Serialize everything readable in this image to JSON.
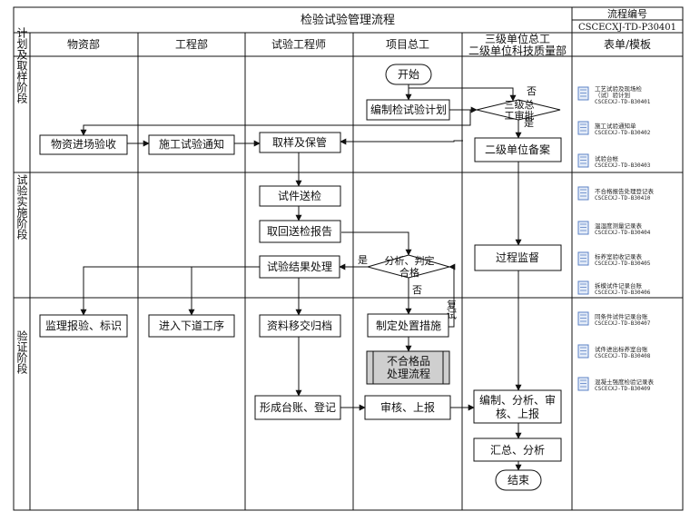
{
  "title": "检验试验管理流程",
  "code_header": {
    "label": "流程编号",
    "value": "CSCECXJ-TD-P30401"
  },
  "columns": {
    "materials": "物资部",
    "engineering": "工程部",
    "test_engineer": "试验工程师",
    "chief_engineer": "项目总工",
    "tertiary_line1": "三级单位总工",
    "tertiary_line2": "二级单位科技质量部",
    "forms": "表单/模板"
  },
  "phases": {
    "plan": "计划及取样阶段",
    "test": "试验实施阶段",
    "verify": "验证阶段"
  },
  "nodes": {
    "start": "开始",
    "plan_compile": "编制检试验计划",
    "approve_line1": "三级总",
    "approve_line2": "工审批",
    "material_accept": "物资进场验收",
    "test_notice": "施工试验通知",
    "sampling": "取样及保管",
    "filing_secondary": "二级单位备案",
    "send_sample": "试件送检",
    "fetch_report": "取回送检报告",
    "analyze_line1": "分析、判定",
    "analyze_line2": "合格",
    "result_handle": "试验结果处理",
    "supervision": "过程监督",
    "supervisor_mark": "监理报验、标识",
    "next_process": "进入下道工序",
    "archive": "资料移交归档",
    "measures": "制定处置措施",
    "nonconform_line1": "不合格品",
    "nonconform_line2": "处理流程",
    "ledger": "形成台账、登记",
    "review": "审核、上报",
    "compile_line1": "编制、分析、审",
    "compile_line2": "核、上报",
    "summary": "汇总、分析",
    "end": "结束"
  },
  "edge_labels": {
    "no1": "否",
    "yes1": "是",
    "yes2": "是",
    "no2": "否",
    "retest": "复试"
  },
  "forms": [
    {
      "title": "工艺试验及现场检",
      "title2": "（试）验计划",
      "code": "CSCECXJ-TD-B30401"
    },
    {
      "title": "施工试验通知单",
      "code": "CSCECXJ-TD-B30402"
    },
    {
      "title": "试验台帐",
      "code": "CSCECXJ-TD-B30403"
    },
    {
      "title": "不合格报告处理登记表",
      "code": "CSCECXJ-TD-B30410"
    },
    {
      "title": "温湿度测量记录表",
      "code": "CSCECXJ-TD-B30404"
    },
    {
      "title": "标养室验收记录表",
      "code": "CSCECXJ-TD-B30405"
    },
    {
      "title": "拆模试件记录台账",
      "code": "CSCECXJ-TD-B30406"
    },
    {
      "title": "同条件试件记录台账",
      "code": "CSCECXJ-TD-B30407"
    },
    {
      "title": "试件进出标养室台账",
      "code": "CSCECXJ-TD-B30408"
    },
    {
      "title": "混凝土强度检验记录表",
      "code": "CSCECXJ-TD-B30409"
    }
  ],
  "colors": {
    "line": "#111111",
    "nonconform_fill": "#cfcfcf",
    "doc_icon": "#5b82c6"
  }
}
